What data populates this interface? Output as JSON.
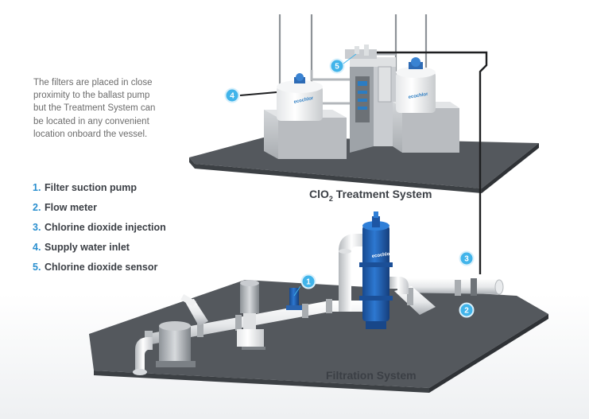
{
  "intro_text": "The filters are placed in close proximity to the ballast pump but the Treatment System can be located in any convenient location onboard the vessel.",
  "legend": [
    {
      "num": "1.",
      "label": "Filter suction pump"
    },
    {
      "num": "2.",
      "label": "Flow meter"
    },
    {
      "num": "3.",
      "label": "Chlorine dioxide injection"
    },
    {
      "num": "4.",
      "label": "Supply water inlet"
    },
    {
      "num": "5.",
      "label": "Chlorine dioxide sensor"
    }
  ],
  "treatment_title": {
    "main": "ClO",
    "sub": "2",
    "rest": " Treatment System"
  },
  "filtration_title": "Filtration System",
  "callouts": {
    "c1": "1",
    "c2": "2",
    "c3": "3",
    "c4": "4",
    "c5": "5"
  },
  "logo_text": "ecochlor",
  "colors": {
    "accent": "#41b4ea",
    "legend_number": "#2a8fcf",
    "platform": "#54585d",
    "filter_blue": "#1f5fb8"
  }
}
